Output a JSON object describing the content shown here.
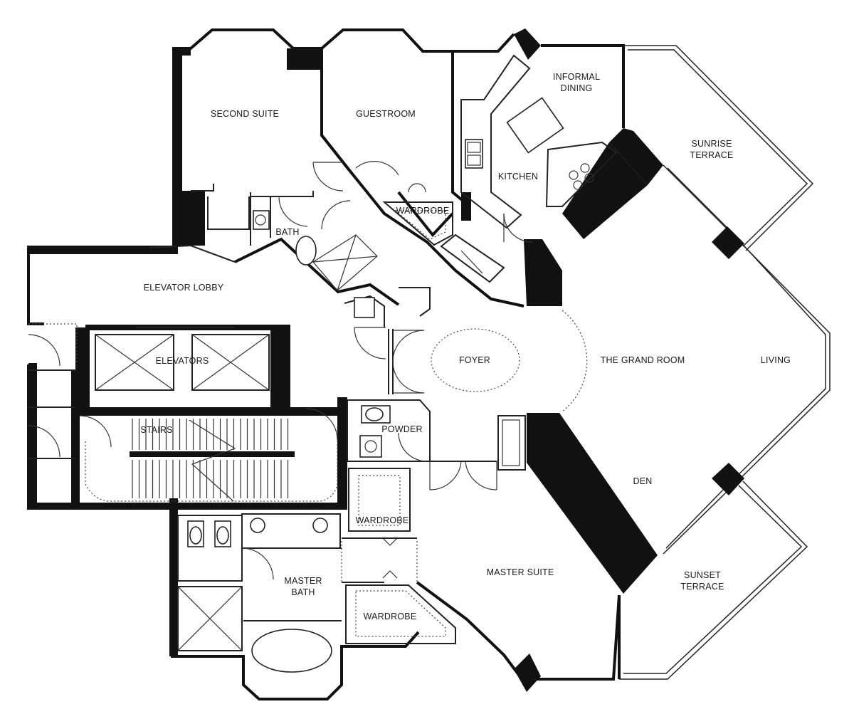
{
  "rooms": {
    "second_suite": "SECOND SUITE",
    "guestroom": "GUESTROOM",
    "informal_dining_1": "INFORMAL",
    "informal_dining_2": "DINING",
    "sunrise_terrace_1": "SUNRISE",
    "sunrise_terrace_2": "TERRACE",
    "kitchen": "KITCHEN",
    "wardrobe_guest": "WARDROBE",
    "bath": "BATH",
    "elevator_lobby": "ELEVATOR LOBBY",
    "elevators": "ELEVATORS",
    "foyer": "FOYER",
    "grand_room": "THE GRAND ROOM",
    "living": "LIVING",
    "stairs": "STAIRS",
    "powder": "POWDER",
    "den": "DEN",
    "wardrobe_master_1": "WARDROBE",
    "master_bath_1": "MASTER",
    "master_bath_2": "BATH",
    "master_suite": "MASTER SUITE",
    "sunset_terrace_1": "SUNSET",
    "sunset_terrace_2": "TERRACE",
    "wardrobe_master_2": "WARDROBE"
  }
}
